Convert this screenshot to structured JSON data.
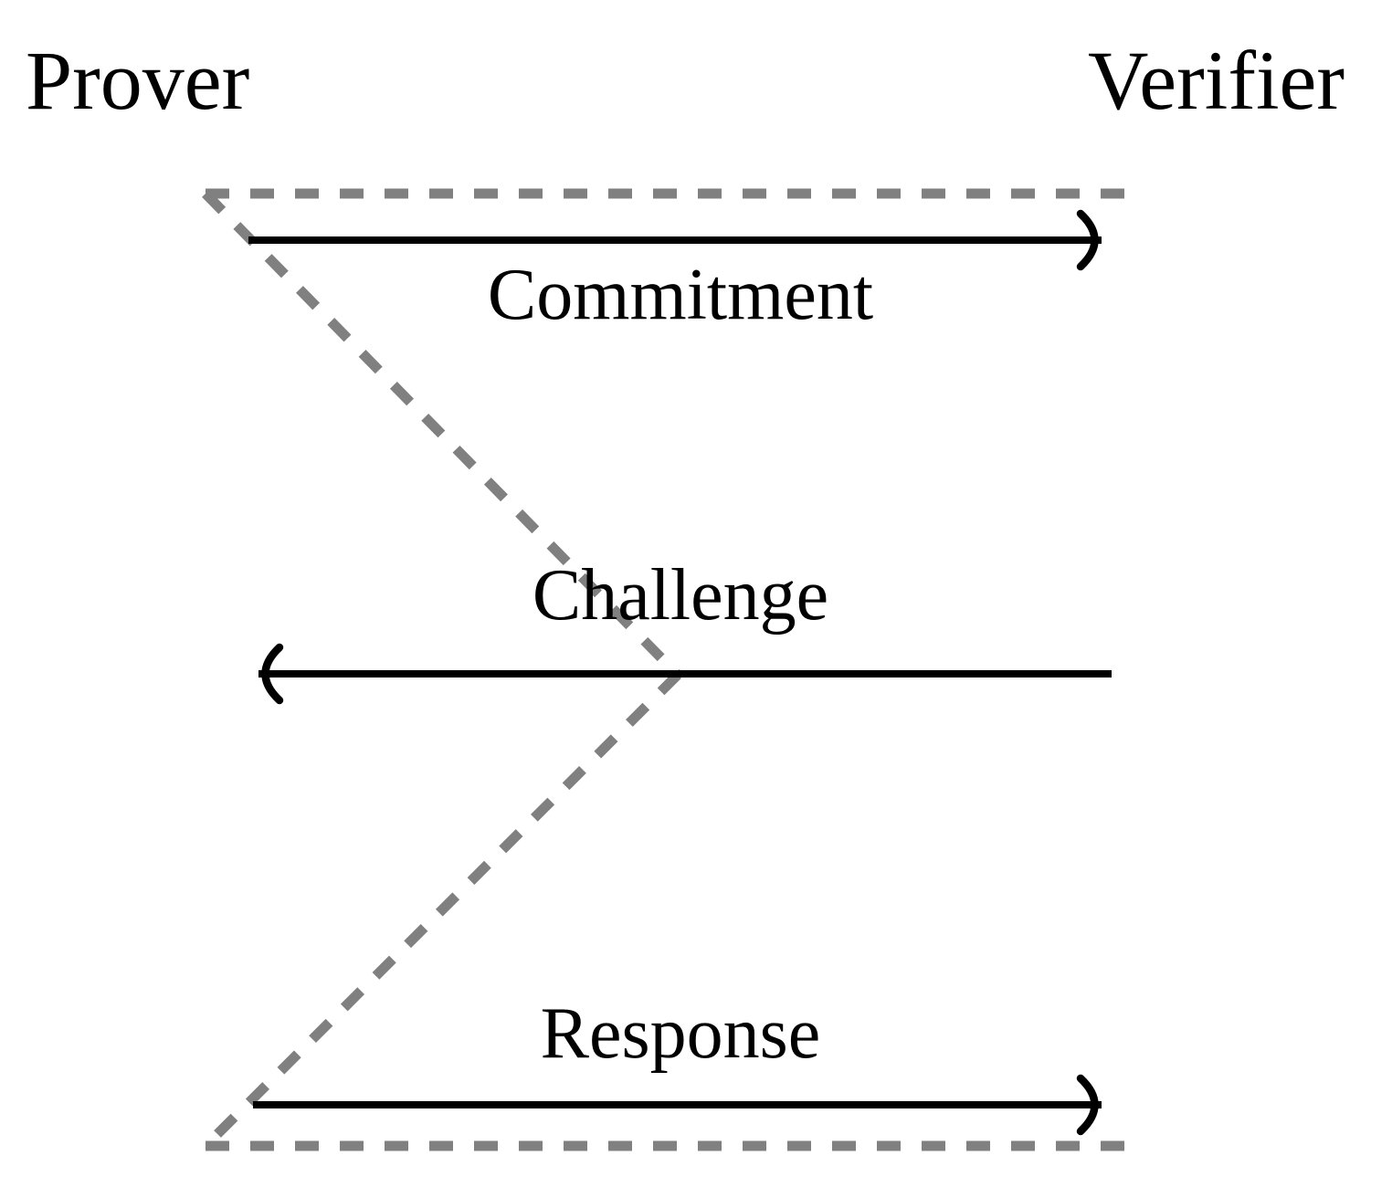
{
  "diagram": {
    "type": "protocol-sequence-diagram",
    "title_parties": {
      "left": "Prover",
      "right": "Verifier"
    },
    "messages": [
      {
        "label": "Commitment",
        "direction": "left-to-right",
        "from": "Prover",
        "to": "Verifier"
      },
      {
        "label": "Challenge",
        "direction": "right-to-left",
        "from": "Verifier",
        "to": "Prover"
      },
      {
        "label": "Response",
        "direction": "left-to-right",
        "from": "Prover",
        "to": "Verifier"
      }
    ],
    "colors": {
      "arrow": "#000000",
      "dashed_guide": "#808080",
      "background": "#ffffff",
      "text": "#000000"
    },
    "guides": {
      "style": "dashed",
      "description": "zigzag timeline connecting top-left to mid-center to bottom-left, with horizontal dashed lines at top and bottom"
    }
  }
}
